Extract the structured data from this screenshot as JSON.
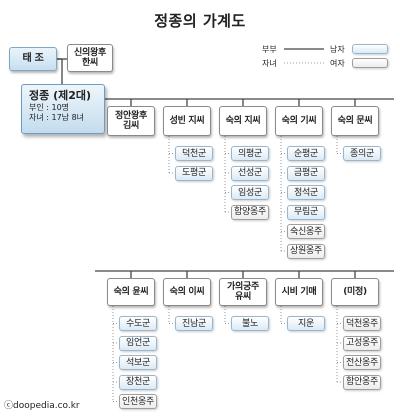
{
  "title": "정종의 가계도",
  "legend": {
    "couple": "부부",
    "child": "자녀",
    "male": "남자",
    "female": "여자"
  },
  "founder": {
    "name": "태 조",
    "spouse": "신의왕후\n한씨"
  },
  "king": {
    "name": "정종 (제2대)",
    "consorts": "부인 : 10명",
    "children": "자녀 : 17남 8녀"
  },
  "row1": [
    {
      "spouse": "정안왕후\n김씨",
      "children": []
    },
    {
      "spouse": "성빈 지씨",
      "children": [
        {
          "name": "덕천군",
          "sex": "m"
        },
        {
          "name": "도평군",
          "sex": "m"
        }
      ]
    },
    {
      "spouse": "숙의 지씨",
      "children": [
        {
          "name": "의평군",
          "sex": "m"
        },
        {
          "name": "선성군",
          "sex": "m"
        },
        {
          "name": "임성군",
          "sex": "m"
        },
        {
          "name": "함양옹주",
          "sex": "f"
        }
      ]
    },
    {
      "spouse": "숙의 기씨",
      "children": [
        {
          "name": "순평군",
          "sex": "m"
        },
        {
          "name": "금평군",
          "sex": "m"
        },
        {
          "name": "정석군",
          "sex": "m"
        },
        {
          "name": "무림군",
          "sex": "m"
        },
        {
          "name": "숙신옹주",
          "sex": "f"
        },
        {
          "name": "상원옹주",
          "sex": "f"
        }
      ]
    },
    {
      "spouse": "숙의 문씨",
      "children": [
        {
          "name": "종의군",
          "sex": "m"
        }
      ]
    }
  ],
  "row2": [
    {
      "spouse": "숙의 윤씨",
      "children": [
        {
          "name": "수도군",
          "sex": "m"
        },
        {
          "name": "임언군",
          "sex": "m"
        },
        {
          "name": "석보군",
          "sex": "m"
        },
        {
          "name": "장천군",
          "sex": "m"
        },
        {
          "name": "인천옹주",
          "sex": "f"
        }
      ]
    },
    {
      "spouse": "숙의 이씨",
      "children": [
        {
          "name": "진남군",
          "sex": "m"
        }
      ]
    },
    {
      "spouse": "가의궁주\n유씨",
      "children": [
        {
          "name": "불노",
          "sex": "m"
        }
      ]
    },
    {
      "spouse": "시비 기매",
      "children": [
        {
          "name": "지운",
          "sex": "m"
        }
      ]
    },
    {
      "spouse": "(미정)",
      "children": [
        {
          "name": "덕천옹주",
          "sex": "f"
        },
        {
          "name": "고성옹주",
          "sex": "f"
        },
        {
          "name": "전산옹주",
          "sex": "f"
        },
        {
          "name": "함안옹주",
          "sex": "f"
        }
      ]
    }
  ],
  "credit": "ⓒdoopedia.co.kr",
  "colors": {
    "male_fill": "#dbeaf5",
    "female_fill": "#ececec",
    "line": "#444444",
    "connector": "#999999"
  }
}
